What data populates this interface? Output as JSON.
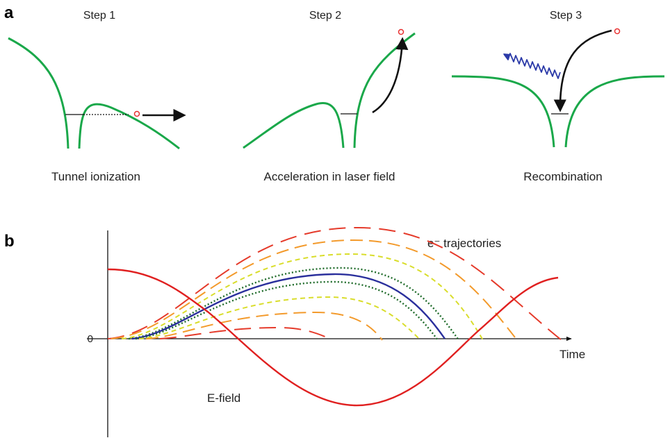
{
  "panel_a": {
    "letter": "a",
    "steps": [
      {
        "title": "Step 1",
        "caption": "Tunnel ionization"
      },
      {
        "title": "Step 2",
        "caption": "Acceleration in laser field"
      },
      {
        "title": "Step 3",
        "caption": "Recombination"
      }
    ]
  },
  "panel_b": {
    "letter": "b",
    "zero_label": "0",
    "x_axis_label": "Time",
    "trajectories_label": "e⁻ trajectories",
    "efield_label": "E-field"
  },
  "colors": {
    "potential": "#1aa84a",
    "electron": "#e83030",
    "arrow": "#111111",
    "photon": "#2b3aa8",
    "efield": "#e02020",
    "traj_red": "#e53a2a",
    "traj_orange": "#f39a2b",
    "traj_yellow": "#d9dd2b",
    "traj_darkgreen": "#1f6b2a",
    "traj_blue": "#2a2f9c"
  }
}
